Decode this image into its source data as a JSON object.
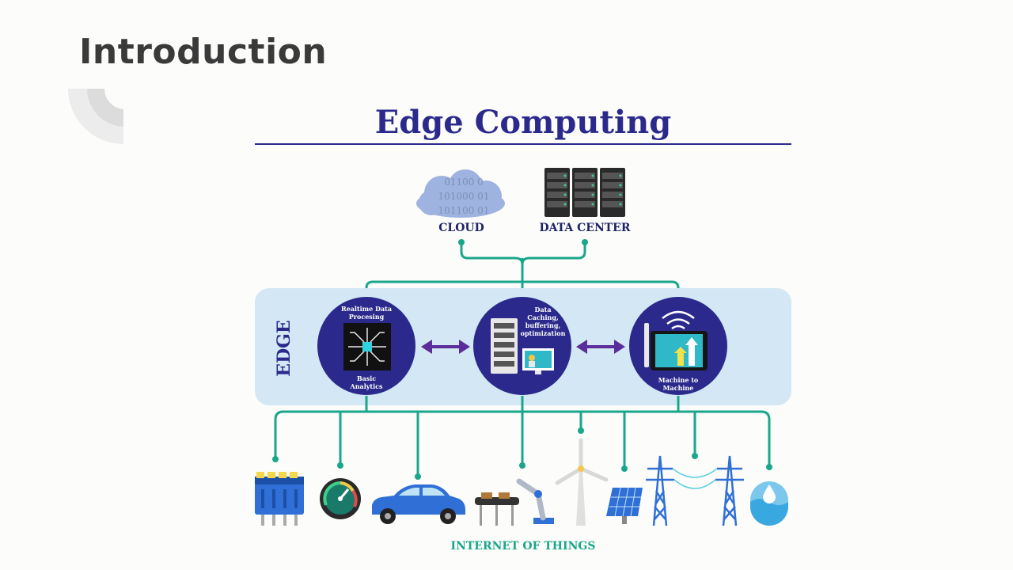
{
  "slide": {
    "title": "Introduction"
  },
  "diagram": {
    "title": "Edge Computing",
    "cloud_label": "CLOUD",
    "cloud_binary": [
      "01100 0",
      "101000 01",
      "101100 01"
    ],
    "datacenter_label": "DATA CENTER",
    "edge_label": "EDGE",
    "node1_top": [
      "Realtime Data",
      "Procesing"
    ],
    "node1_bottom": [
      "Basic",
      "Analytics"
    ],
    "node2_text": [
      "Data",
      "Caching,",
      "buffering,",
      "optimization"
    ],
    "node3_bottom": [
      "Machine to",
      "Machine"
    ],
    "footer": "INTERNET OF THINGS"
  },
  "colors": {
    "navy": "#2b2a8c",
    "teal": "#1aa68a",
    "edge_band": "#d3e8f4",
    "arrow": "#5b2d9a",
    "title_text": "#3a3a3a"
  },
  "icons": [
    "engine-icon",
    "gauge-icon",
    "car-icon",
    "robot-arm-icon",
    "wind-turbine-icon",
    "solar-panel-icon",
    "power-tower-icon",
    "power-tower-icon",
    "water-drop-icon"
  ]
}
